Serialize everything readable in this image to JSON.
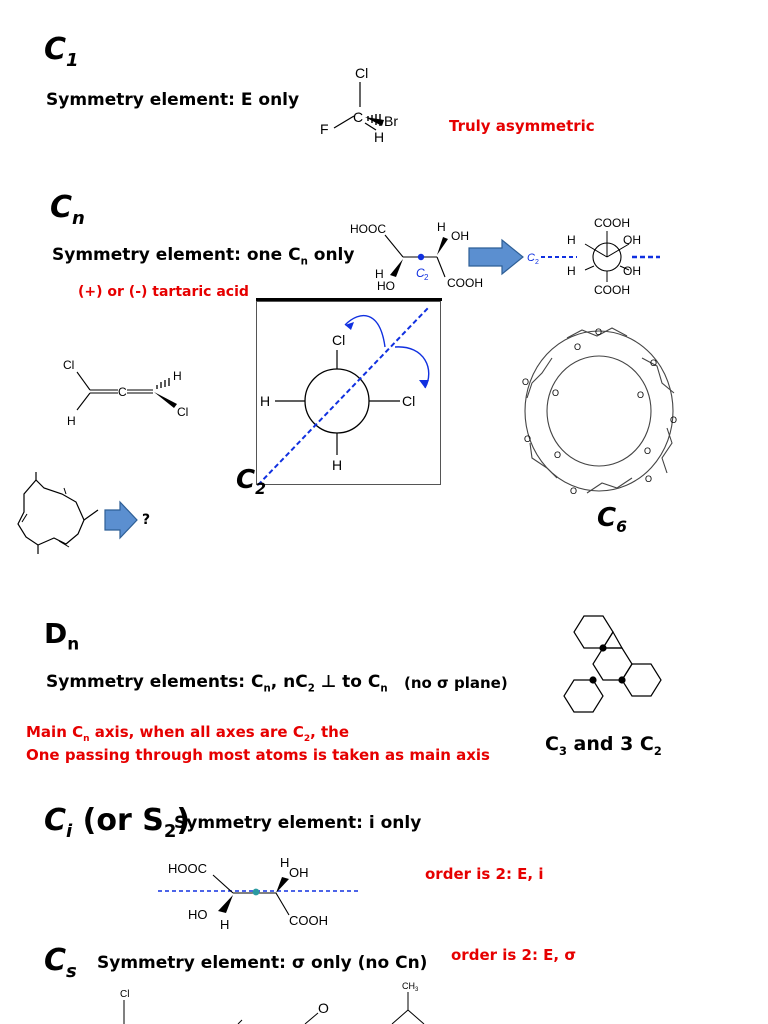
{
  "c1": {
    "heading": "C",
    "heading_sub": "1",
    "element_text": "Symmetry element: E only",
    "note": "Truly asymmetric",
    "atoms": {
      "cl": "Cl",
      "c": "C",
      "br": "Br",
      "f": "F",
      "h": "H"
    }
  },
  "cn": {
    "heading": "C",
    "heading_sub": "n",
    "element_pre": "Symmetry element: one C",
    "element_sub": "n",
    "element_post": " only",
    "tartaric_label": "(+) or (-) tartaric acid",
    "tartaric": {
      "hooc": "HOOC",
      "h_top": "H",
      "oh_top": "OH",
      "h_bot": "H",
      "ho": "HO",
      "c2": "C",
      "c2_sub": "2",
      "cooh": "COOH"
    },
    "newman_small": {
      "cooh_top": "COOH",
      "h1": "H",
      "oh1": "OH",
      "c2": "C",
      "c2_sub": "2",
      "h2": "H",
      "oh2": "OH",
      "cooh_bot": "COOH"
    },
    "allene": {
      "cl1": "Cl",
      "c": "C",
      "h1": "H",
      "h2": "H",
      "cl2": "Cl"
    },
    "newman_big": {
      "cl_top": "Cl",
      "h_left": "H",
      "cl_right": "Cl",
      "h_bot": "H",
      "axis": "C",
      "axis_sub": "2"
    },
    "question": "?",
    "cyclodextrin_label": "C",
    "cyclodextrin_sub": "6"
  },
  "dn": {
    "heading": "D",
    "heading_sub": "n",
    "element_pre": "Symmetry elements: C",
    "element_sub1": "n",
    "element_mid": ", nC",
    "element_sub2": "2",
    "element_perp": " ⊥ to C",
    "element_sub3": "n",
    "no_sigma": "(no σ plane)",
    "red_line1_pre": "Main C",
    "red_line1_sub1": "n",
    "red_line1_mid": " axis, when all axes are C",
    "red_line1_sub2": "2",
    "red_line1_post": ", the",
    "red_line2": "One passing through most atoms is taken as main axis",
    "triphenylene_label_pre": "C",
    "triphenylene_sub1": "3",
    "triphenylene_mid": " and 3 C",
    "triphenylene_sub2": "2"
  },
  "ci": {
    "heading": "C",
    "heading_sub": "i",
    "heading_post": " (or S",
    "heading_sub2": "2",
    "heading_close": ")",
    "element_text": "Symmetry element: i only",
    "order_note": "order is 2: E, i",
    "mol": {
      "hooc": "HOOC",
      "h_top": "H",
      "oh": "OH",
      "ho": "HO",
      "h_bot": "H",
      "cooh": "COOH"
    }
  },
  "cs": {
    "heading": "C",
    "heading_sub": "s",
    "element_text": "Symmetry element: σ only (no Cn)",
    "order_note": "order is 2: E, σ",
    "bottom": {
      "cl": "Cl",
      "o": "O",
      "ch3": "CH",
      "ch3_sub": "3"
    }
  },
  "colors": {
    "accent_red": "#e60000",
    "axis_blue": "#1030e0",
    "arrow_blue": "#5b8fd0",
    "arrow_border": "#2e5f96",
    "dot_teal": "#2a9aa0"
  }
}
